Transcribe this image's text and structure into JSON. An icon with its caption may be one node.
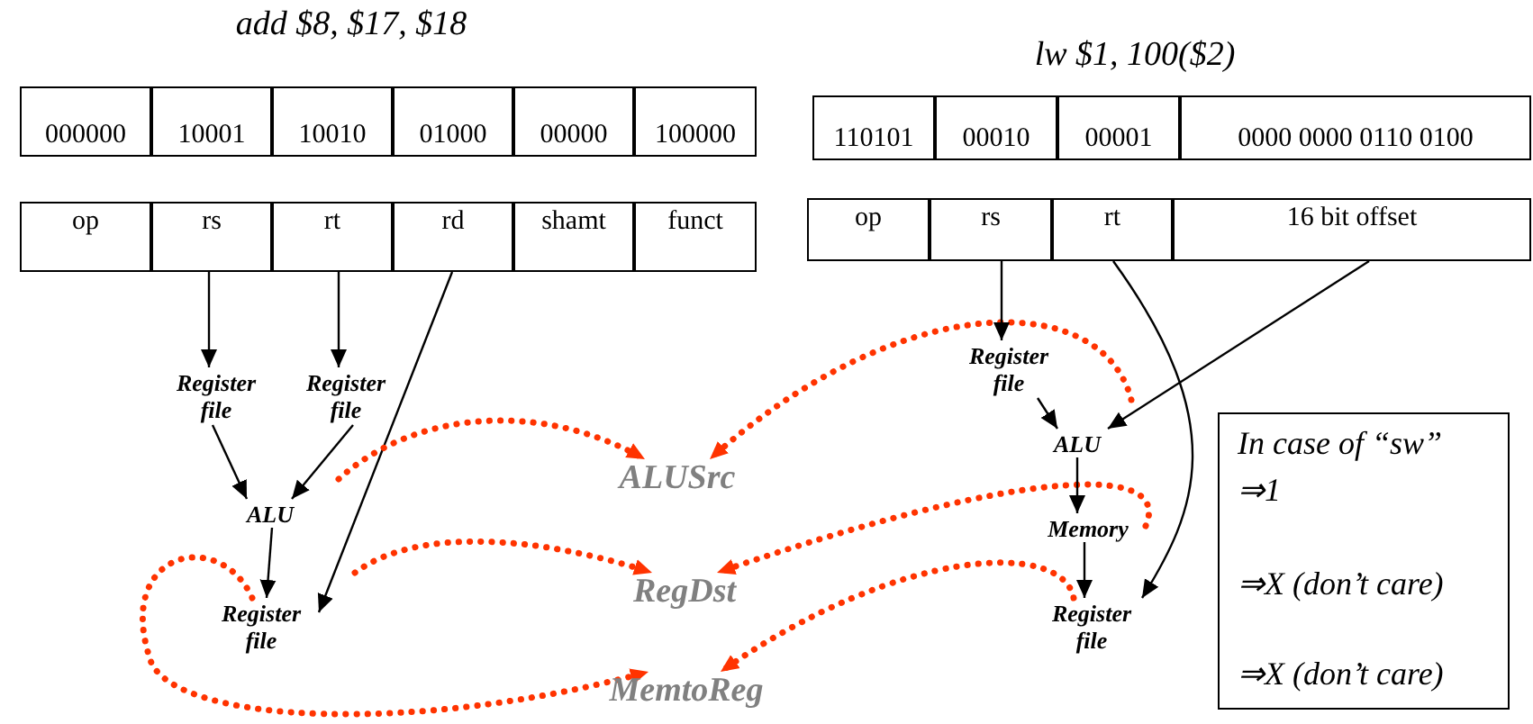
{
  "diagram": {
    "nodes": [
      {
        "text": [
          "000000"
        ]
      },
      {
        "text": [
          "10001"
        ]
      },
      {
        "text": [
          "10010"
        ]
      },
      {
        "text": [
          "01000"
        ]
      },
      {
        "text": [
          "00000"
        ]
      },
      {
        "text": [
          "100000"
        ]
      },
      {
        "text": [
          "op"
        ]
      },
      {
        "text": [
          "rs"
        ]
      },
      {
        "text": [
          "rt"
        ]
      },
      {
        "text": [
          "rd"
        ]
      },
      {
        "text": [
          "shamt"
        ]
      },
      {
        "text": [
          "funct"
        ]
      },
      {
        "text": [
          "Register file"
        ]
      },
      {
        "text": [
          "Register file"
        ]
      },
      {
        "text": [
          "ALU"
        ]
      },
      {
        "text": [
          "Register file"
        ]
      },
      {
        "text": [
          "ALUSrc"
        ]
      },
      {
        "text": [
          "RegDst"
        ]
      },
      {
        "text": [
          "MemtoReg"
        ]
      },
      {
        "text": [
          "110101"
        ]
      },
      {
        "text": [
          "00010"
        ]
      },
      {
        "text": [
          "00001"
        ]
      },
      {
        "text": [
          "0000 0000 0110 0100"
        ]
      },
      {
        "text": [
          "op"
        ]
      },
      {
        "text": [
          "rs"
        ]
      },
      {
        "text": [
          "rt"
        ]
      },
      {
        "text": [
          "16 bit offset"
        ]
      },
      {
        "text": [
          "Register file"
        ]
      },
      {
        "text": [
          "ALU"
        ]
      },
      {
        "text": [
          "Memory"
        ]
      },
      {
        "text": [
          "Register file"
        ]
      },
      {
        "text": [
          "In case of “sw”",
          "⇒1",
          "⇒X (don’t care)",
          "⇒X (don’t care)"
        ]
      }
    ],
    "edges": [
      {
        "from": 7,
        "to": 12,
        "arrow": "to"
      },
      {
        "from": 8,
        "to": 13,
        "arrow": "to"
      },
      {
        "from": 12,
        "to": 14,
        "arrow": "to"
      },
      {
        "from": 13,
        "to": 14,
        "arrow": "to"
      },
      {
        "from": 14,
        "to": 15,
        "arrow": "to"
      },
      {
        "from": 9,
        "to": 15,
        "arrow": "to"
      },
      {
        "from": null,
        "to": 16,
        "arrow": "to",
        "style": "dashed",
        "color": "#ff3300"
      },
      {
        "from": null,
        "to": 16,
        "arrow": "to",
        "style": "dashed",
        "color": "#ff3300"
      },
      {
        "from": null,
        "to": 17,
        "arrow": "to",
        "style": "dashed",
        "color": "#ff3300"
      },
      {
        "from": 29,
        "to": 17,
        "arrow": "to",
        "style": "dashed",
        "color": "#ff3300"
      },
      {
        "from": 15,
        "to": 18,
        "arrow": "to",
        "style": "dashed",
        "color": "#ff3300"
      },
      {
        "from": 30,
        "to": 18,
        "arrow": "to",
        "style": "dashed",
        "color": "#ff3300"
      },
      {
        "from": 24,
        "to": 27,
        "arrow": "to"
      },
      {
        "from": 27,
        "to": 28,
        "arrow": "to"
      },
      {
        "from": 26,
        "to": 28,
        "arrow": "to"
      },
      {
        "from": 28,
        "to": 29,
        "arrow": "to"
      },
      {
        "from": 29,
        "to": 30,
        "arrow": "to"
      },
      {
        "from": 25,
        "to": 30,
        "arrow": "to"
      }
    ],
    "labels": [
      "add $8, $17, $18",
      "lw $1, 100($2)"
    ]
  }
}
